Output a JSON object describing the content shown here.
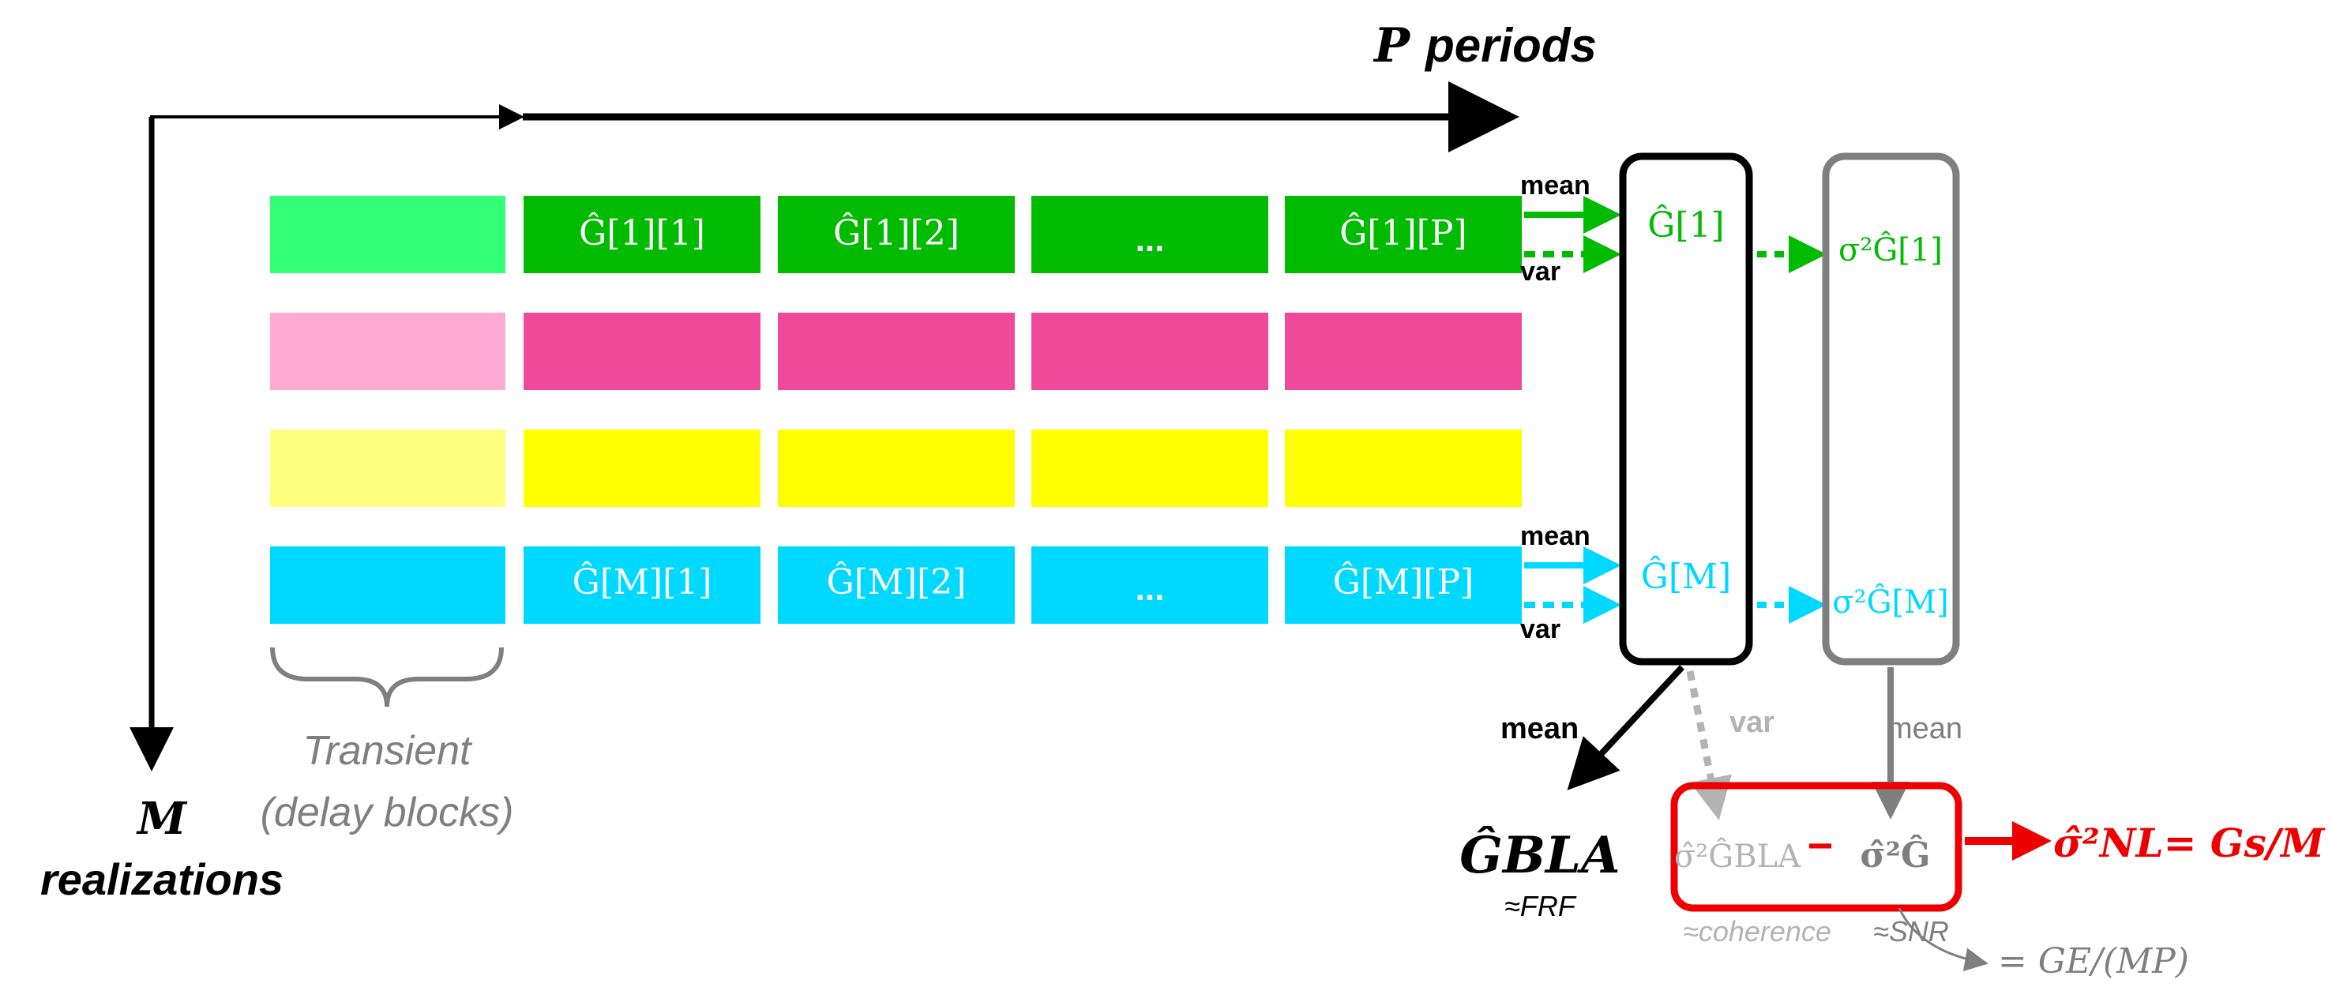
{
  "colors": {
    "green_light": "#33ff77",
    "green": "#00bb00",
    "pink_light": "#ffaad3",
    "pink": "#f0489a",
    "yellow_light": "#ffff80",
    "yellow": "#ffff00",
    "cyan": "#00d9ff",
    "black": "#000000",
    "gray": "#7f7f7f",
    "light_gray": "#b3b3b3",
    "red": "#ee0000"
  },
  "axes": {
    "periods": "P periods",
    "realizations": "M\nrealizations"
  },
  "transient_label": "Transient\n(delay blocks)",
  "rows": [
    {
      "cells": [
        "",
        "Ĝ[1][1]",
        "Ĝ[1][2]",
        "...",
        "Ĝ[1][P]"
      ]
    },
    {
      "cells": [
        "",
        "",
        "",
        "",
        ""
      ]
    },
    {
      "cells": [
        "",
        "",
        "",
        "",
        ""
      ]
    },
    {
      "cells": [
        "",
        "Ĝ[M][1]",
        "Ĝ[M][2]",
        "...",
        "Ĝ[M][P]"
      ]
    }
  ],
  "arrow_labels": {
    "mean": "mean",
    "var": "var"
  },
  "row_estimates": {
    "first": "Ĝ[1]",
    "last": "Ĝ[M]"
  },
  "row_variances": {
    "first": "σ²Ĝ[1]",
    "last": "σ²Ĝ[M]"
  },
  "bla": {
    "symbol": "ĜBLA",
    "note": "≈FRF"
  },
  "combination": {
    "term1": "σ̂²ĜBLA",
    "minus": "−",
    "term2": "σ̂²Ĝ",
    "note1": "≈coherence",
    "note2": "≈SNR",
    "result": "σ̂²NL= Gs/M",
    "noise": "= GE/(MP)"
  }
}
